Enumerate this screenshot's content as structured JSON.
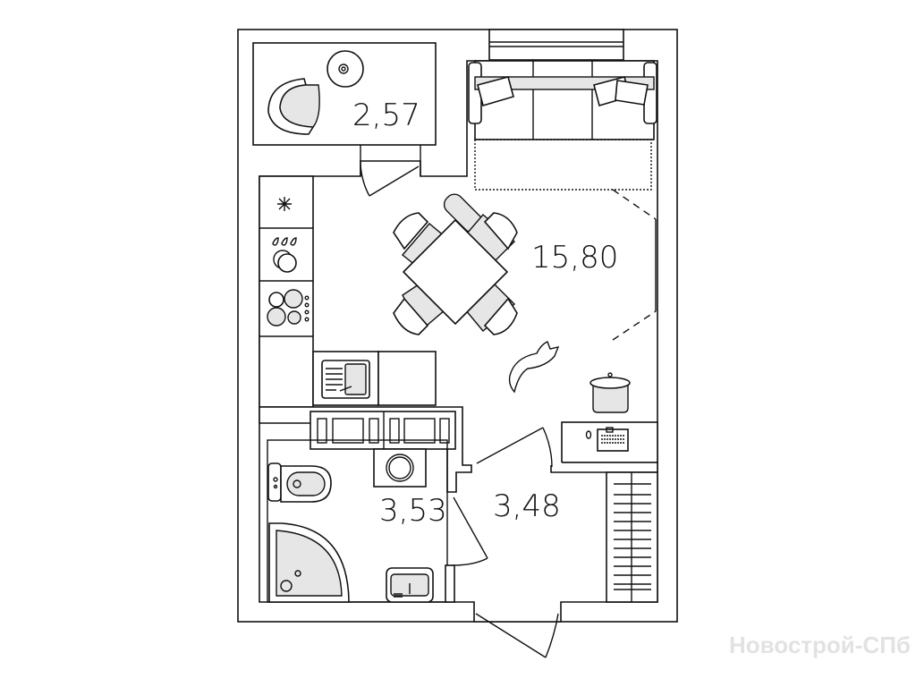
{
  "plan": {
    "rooms": [
      {
        "name": "loggia",
        "area": "2,57"
      },
      {
        "name": "living-kitchen",
        "area": "15,80"
      },
      {
        "name": "bathroom",
        "area": "3,53"
      },
      {
        "name": "hallway",
        "area": "3,48"
      }
    ]
  },
  "watermark": "Новострой-СПб"
}
